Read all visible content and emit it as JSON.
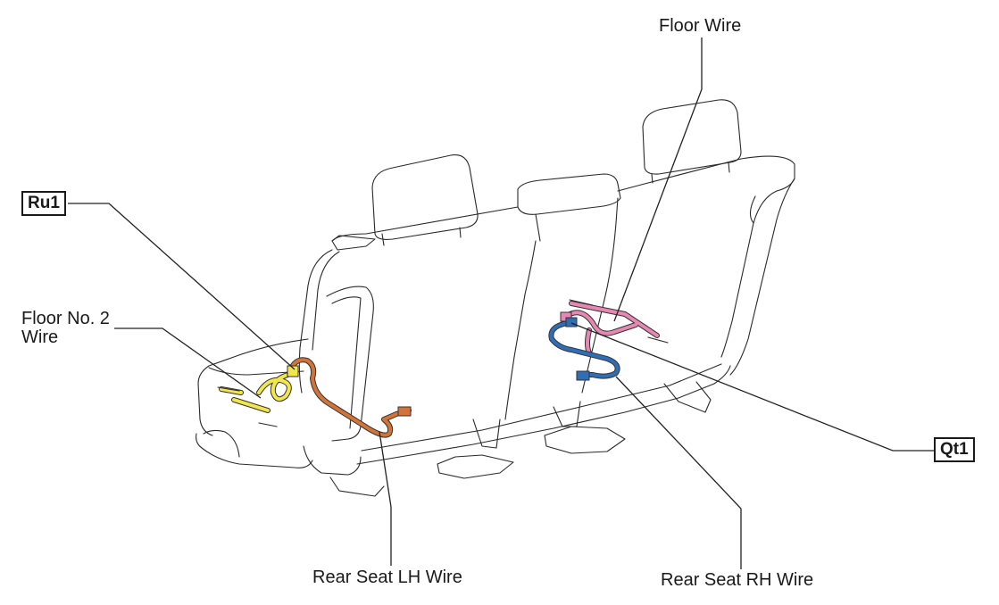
{
  "labels": {
    "floor_wire": "Floor Wire",
    "floor_no2_line1": "Floor No. 2",
    "floor_no2_line2": "Wire",
    "ru1": "Ru1",
    "qt1": "Qt1",
    "rear_seat_lh": "Rear Seat LH Wire",
    "rear_seat_rh": "Rear Seat RH Wire"
  },
  "colors": {
    "floor_no2_wire": "#f2e64a",
    "rear_seat_lh_wire": "#d2743a",
    "floor_wire": "#e887b4",
    "rear_seat_rh_wire": "#2f6db5",
    "outline": "#2a2a2a"
  }
}
